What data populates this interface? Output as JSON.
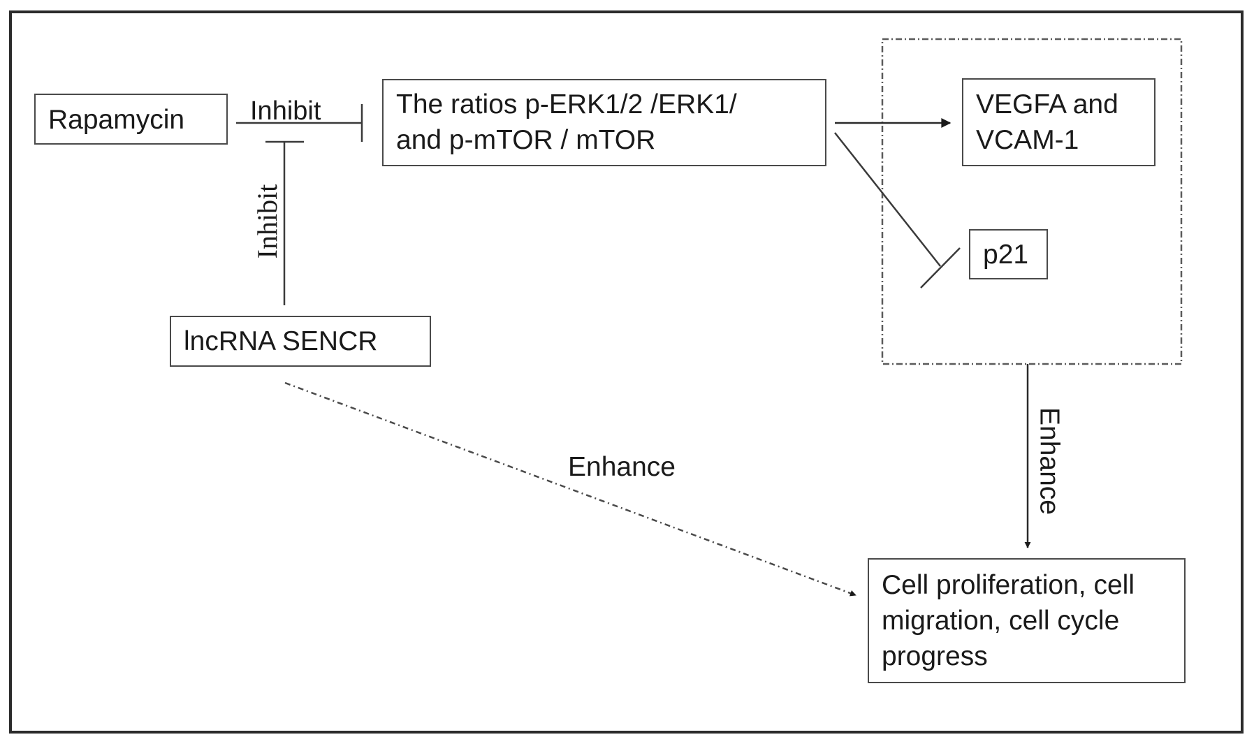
{
  "diagram": {
    "nodes": {
      "rapamycin": {
        "lines": [
          "Rapamycin"
        ]
      },
      "ratios": {
        "lines": [
          "The ratios p-ERK1/2 /ERK1/",
          "and p-mTOR / mTOR"
        ]
      },
      "vegfa": {
        "lines": [
          "VEGFA and",
          "VCAM-1"
        ]
      },
      "p21": {
        "lines": [
          "p21"
        ]
      },
      "lncrna": {
        "lines": [
          "lncRNA SENCR"
        ]
      },
      "outcome": {
        "lines": [
          "Cell proliferation, cell",
          "migration, cell cycle",
          "progress"
        ]
      }
    },
    "edges": [
      {
        "from": "rapamycin",
        "to": "ratios",
        "type": "inhibit",
        "label": "Inhibit",
        "style": "solid"
      },
      {
        "from": "lncrna",
        "to": "rapamycin-inhibition",
        "type": "inhibit",
        "label": "Inhibit",
        "style": "solid"
      },
      {
        "from": "ratios",
        "to": "vegfa",
        "type": "activate",
        "label": "",
        "style": "solid"
      },
      {
        "from": "ratios",
        "to": "p21",
        "type": "inhibit",
        "label": "",
        "style": "solid"
      },
      {
        "from": "effector-group",
        "to": "outcome",
        "type": "activate",
        "label": "Enhance",
        "style": "solid"
      },
      {
        "from": "lncrna",
        "to": "outcome",
        "type": "activate",
        "label": "Enhance",
        "style": "dash-dot"
      }
    ],
    "groups": [
      {
        "name": "effector-group",
        "members": [
          "vegfa",
          "p21"
        ],
        "style": "dash-dot"
      }
    ],
    "labels": {
      "rapamycin_inhibit": "Inhibit",
      "lncrna_inhibit": "Inhibit",
      "lncrna_enhance": "Enhance",
      "group_enhance": "Enhance"
    },
    "colors": {
      "line": "#3a3a3a",
      "frame": "#2b2b2b",
      "text": "#1a1a1a",
      "background": "#ffffff"
    }
  }
}
